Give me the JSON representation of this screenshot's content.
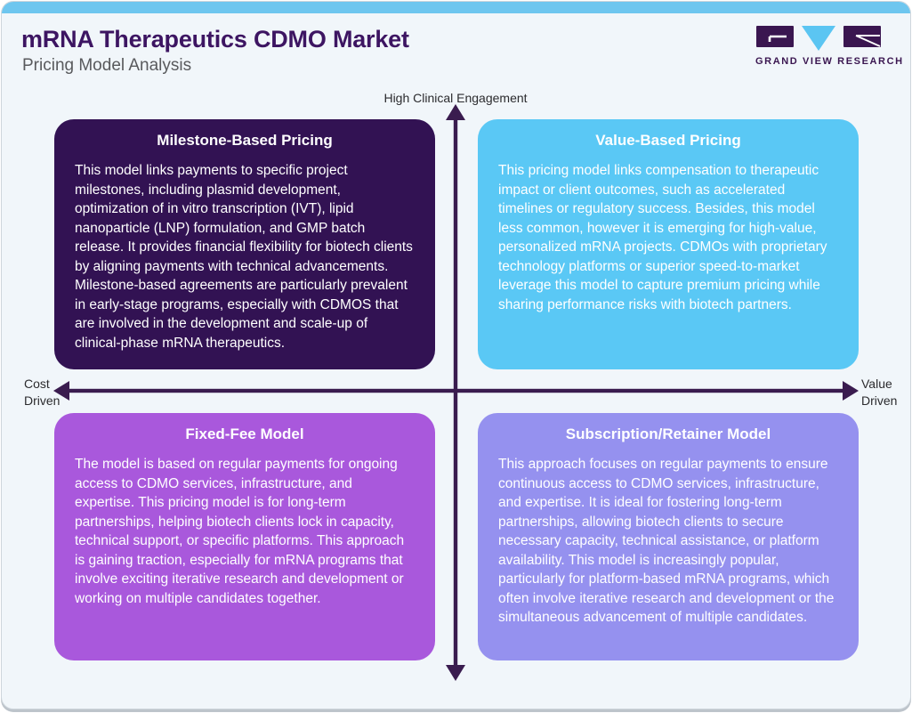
{
  "header": {
    "title": "mRNA Therapeutics CDMO Market",
    "subtitle": "Pricing Model Analysis"
  },
  "logo": {
    "brand": "GRAND VIEW RESEARCH"
  },
  "axes": {
    "top_label": "High Clinical Engagement",
    "left_line1": "Cost",
    "left_line2": "Driven",
    "right_line1": "Value",
    "right_line2": "Driven"
  },
  "quadrants": [
    {
      "position": "top-left",
      "title": "Milestone-Based Pricing",
      "body": "This model links payments to specific project milestones, including plasmid development, optimization of in vitro transcription (IVT), lipid nanoparticle (LNP) formulation, and GMP batch release. It provides financial flexibility for biotech clients by aligning payments with technical advancements. Milestone-based agreements are particularly prevalent in early-stage programs, especially with CDMOS that are involved in the development and scale-up of clinical-phase mRNA therapeutics.",
      "bg_color": "#321253",
      "text_color": "#FFFFFF"
    },
    {
      "position": "top-right",
      "title": "Value-Based Pricing",
      "body": "This pricing model links compensation to therapeutic impact or client outcomes, such as accelerated timelines or regulatory success. Besides, this model less common, however it is emerging for high-value, personalized mRNA projects. CDMOs with proprietary technology platforms or superior speed-to-market leverage this model to capture premium pricing while sharing performance risks with biotech partners.",
      "bg_color": "#5AC8F5",
      "text_color": "#FFFFFF"
    },
    {
      "position": "bottom-left",
      "title": "Fixed-Fee Model",
      "body": "The model is based on regular payments for ongoing access to CDMO services, infrastructure, and expertise. This pricing model is for long-term partnerships, helping biotech clients lock in capacity, technical support, or specific platforms. This approach is gaining traction, especially for mRNA programs that involve exciting iterative research and development or working on multiple candidates together.",
      "bg_color": "#A958DC",
      "text_color": "#FFFFFF"
    },
    {
      "position": "bottom-right",
      "title": "Subscription/Retainer Model",
      "body": "This approach focuses on regular payments to ensure continuous access to CDMO services, infrastructure, and expertise. It is ideal for fostering long-term partnerships, allowing biotech clients to secure necessary capacity, technical assistance, or platform availability. This model is increasingly popular, particularly for platform-based mRNA programs, which often involve iterative research and development or the simultaneous advancement of multiple candidates.",
      "bg_color": "#9591EF",
      "text_color": "#FFFFFF"
    }
  ],
  "colors": {
    "topbar": "#6EC6EF",
    "card_background": "#F1F6FA",
    "axis": "#3A1C4F",
    "title": "#3D1562",
    "subtitle": "#595A5D",
    "logo_purple": "#3A1650",
    "logo_blue": "#5BC5F2"
  }
}
